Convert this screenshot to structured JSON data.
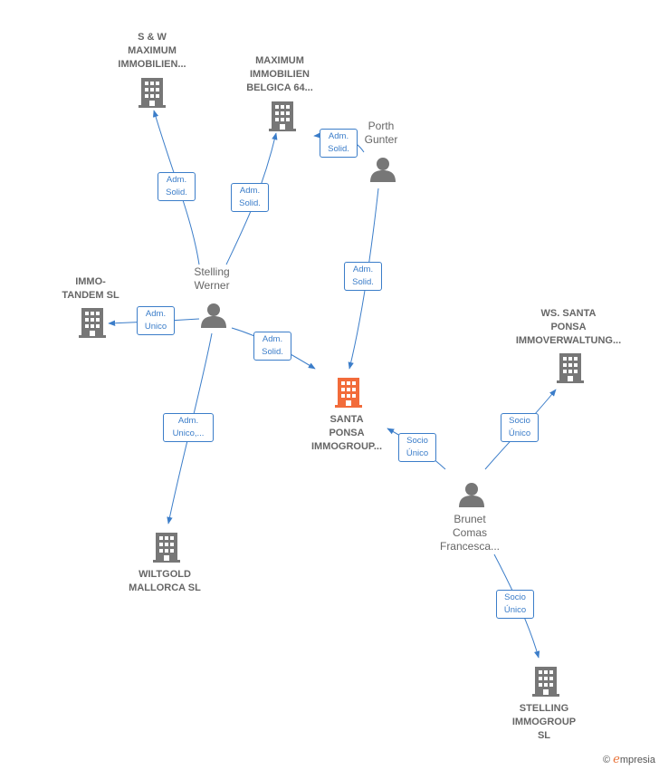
{
  "colors": {
    "edge": "#3b7dc9",
    "company": "#777777",
    "focus": "#f26b3a",
    "person": "#777777"
  },
  "nodes": {
    "sw_maximum": {
      "label": "S & W\nMAXIMUM\nIMMOBILIEN...",
      "icon": "building-icon"
    },
    "maximum_belgica": {
      "label": "MAXIMUM\nIMMOBILIEN\nBELGICA 64...",
      "icon": "building-icon"
    },
    "porth_gunter": {
      "label": "Porth\nGunter",
      "icon": "person-icon"
    },
    "immo_tandem": {
      "label": "IMMO-\nTANDEM SL",
      "icon": "building-icon"
    },
    "stelling_werner": {
      "label": "Stelling\nWerner",
      "icon": "person-icon"
    },
    "santa_ponsa": {
      "label": "SANTA\nPONSA\nIMMOGROUP...",
      "icon": "building-icon"
    },
    "ws_santa_ponsa": {
      "label": "WS.  SANTA\nPONSA\nIMMOVERWALTUNG...",
      "icon": "building-icon"
    },
    "wiltgold": {
      "label": "WILTGOLD\nMALLORCA  SL",
      "icon": "building-icon"
    },
    "brunet": {
      "label": "Brunet\nComas\nFrancesca...",
      "icon": "person-icon"
    },
    "stelling_immo": {
      "label": "STELLING\nIMMOGROUP\nSL",
      "icon": "building-icon"
    }
  },
  "edges": {
    "e1": "Adm.\nSolid.",
    "e2": "Adm.\nSolid.",
    "e3": "Adm.\nSolid.",
    "e4": "Adm.\nSolid.",
    "e5": "Adm.\nUnico",
    "e6": "Adm.\nSolid.",
    "e7": "Adm.\nUnico,...",
    "e8": "Socio\nÚnico",
    "e9": "Socio\nÚnico",
    "e10": "Socio\nÚnico"
  },
  "footer": {
    "copyright": "©",
    "brand_initial": "e",
    "brand_rest": "mpresia"
  }
}
